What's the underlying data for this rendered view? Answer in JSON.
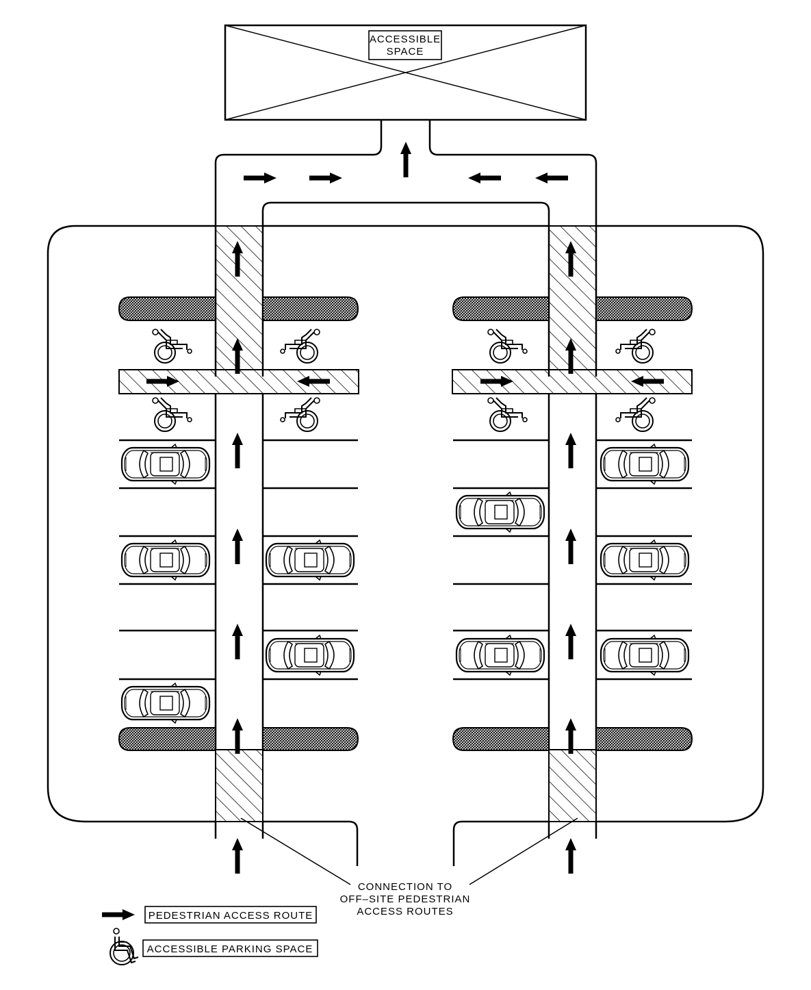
{
  "building": {
    "label_line1": "ACCESSIBLE",
    "label_line2": "SPACE"
  },
  "callout": {
    "line1": "CONNECTION TO",
    "line2": "OFF–SITE PEDESTRIAN",
    "line3": "ACCESS ROUTES"
  },
  "legend": {
    "route_label": "PEDESTRIAN ACCESS ROUTE",
    "route_icon": "arrow-right-icon",
    "parking_label": "ACCESSIBLE PARKING SPACE",
    "parking_icon": "wheelchair-icon"
  },
  "colors": {
    "line": "#000000",
    "background": "#ffffff"
  }
}
